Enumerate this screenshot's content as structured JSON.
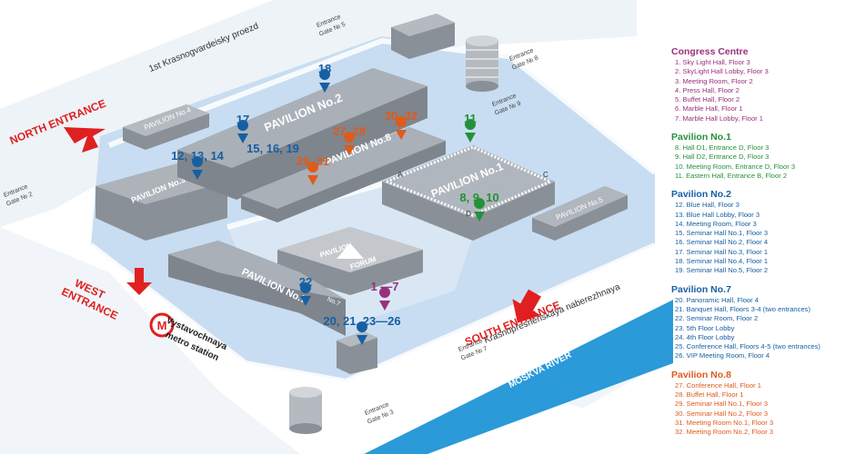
{
  "colors": {
    "purple": "#9b2f7c",
    "green": "#25903a",
    "blue": "#175fa3",
    "orange": "#e05a1c",
    "red": "#e02020",
    "river": "#2a9ad8",
    "ground": "#c8ddf1",
    "road": "#e9f0f7",
    "building_top": "#a9aeb5",
    "building_side": "#7f858d"
  },
  "streets": {
    "krasnogvardeisky": "1st Krasnogvardeisky proezd",
    "naberezhnaya": "Krasnopresnenskaya naberezhnaya",
    "river": "MOSKVA RIVER"
  },
  "metro": {
    "icon": "moscow-metro-icon",
    "line1": "Vystavochnaya",
    "line2": "metro station"
  },
  "entrances": {
    "north": "NORTH ENTRANCE",
    "west_line1": "WEST",
    "west_line2": "ENTRANCE",
    "south": "SOUTH ENTRANCE"
  },
  "gates": {
    "gate5_l1": "Entrance",
    "gate5_l2": "Gate № 5",
    "gate8_l1": "Entrance",
    "gate8_l2": "Gate № 8",
    "gate9_l1": "Entrance",
    "gate9_l2": "Gate № 9",
    "gate2_l1": "Entrance",
    "gate2_l2": "Gate № 2",
    "gate7_l1": "Entrance",
    "gate7_l2": "Gate № 7",
    "gate3_l1": "Entrance",
    "gate3_l2": "Gate № 3"
  },
  "buildings": {
    "pav2": "PAVILION No.2",
    "pav3": "PAVILION No.3",
    "pav4": "PAVILION No.4",
    "pav8": "PAVILION No.8",
    "pav1": "PAVILION No.1",
    "pav5": "PAVILION No.5",
    "pav7": "PAVILION No.7",
    "forum_l1": "PAVILION",
    "forum_l2": "FORUM",
    "pav7_small": "No.7",
    "door_a": "A",
    "door_c": "C",
    "door_d": "D"
  },
  "markers": {
    "m18": "18",
    "m17": "17",
    "m12": "12, 13, 14",
    "m15": "15, 16, 19",
    "m27": "27, 28",
    "m30": "30, 32",
    "m29": "29, 31",
    "m11": "11",
    "m8": "8, 9, 10",
    "m22": "22",
    "m1": "1 —7",
    "m20": "20, 21, 23—26"
  },
  "legend": [
    {
      "title": "Congress Centre",
      "color": "#9b2f7c",
      "items": [
        "1.  Sky Light Hall, Floor 3",
        "2.  SkyLight Hall Lobby, Floor 3",
        "3.  Meeting Room, Floor 2",
        "4.  Press Hall, Floor 2",
        "5.  Buffet Hall, Floor 2",
        "6.  Marble Hall, Floor 1",
        "7.  Marble Hall Lobby, Floor 1"
      ]
    },
    {
      "title": "Pavilion No.1",
      "color": "#25903a",
      "items": [
        "8.  Hall D1, Entrance D, Floor 3",
        "9.  Hall D2, Entrance D, Floor 3",
        "10.  Meeting Room, Entrance D, Floor 3",
        "11.  Eastern Hall, Entrance B, Floor 2"
      ]
    },
    {
      "title": "Pavilion No.2",
      "color": "#175fa3",
      "items": [
        "12.  Blue Hall, Floor 3",
        "13.  Blue Hall Lobby, Floor 3",
        "14.  Meeting Room, Floor 3",
        "15.  Seminar Hall No.1, Floor 3",
        "16.  Seminar Hall No.2, Floor 4",
        "17.  Seminar Hall No.3, Floor 1",
        "18.  Seminar Hall No.4, Floor 1",
        "19.  Seminar Hall No.5, Floor 2"
      ]
    },
    {
      "title": "Pavilion No.7",
      "color": "#175fa3",
      "items": [
        "20.  Panoramic Hall, Floor 4",
        "21.  Banquet Hall, Floors 3-4 (two entrances)",
        "22.  Seminar Room, Floor 2",
        "23.  5th Floor Lobby",
        "24.  4th Floor Lobby",
        "25.  Conference Hall, Floors 4-5 (two entrances)",
        "26.  VIP Meeting Room, Floor 4"
      ]
    },
    {
      "title": "Pavilion No.8",
      "color": "#e05a1c",
      "items": [
        "27.  Conference Hall, Floor 1",
        "28.  Buffet Hall, Floor 1",
        "29.  Seminar Hall No.1, Floor 3",
        "30.  Seminar Hall No.2, Floor 3",
        "31.  Meeting Room No.1, Floor 3",
        "32.  Meeting Room No.2, Floor 3"
      ]
    }
  ]
}
